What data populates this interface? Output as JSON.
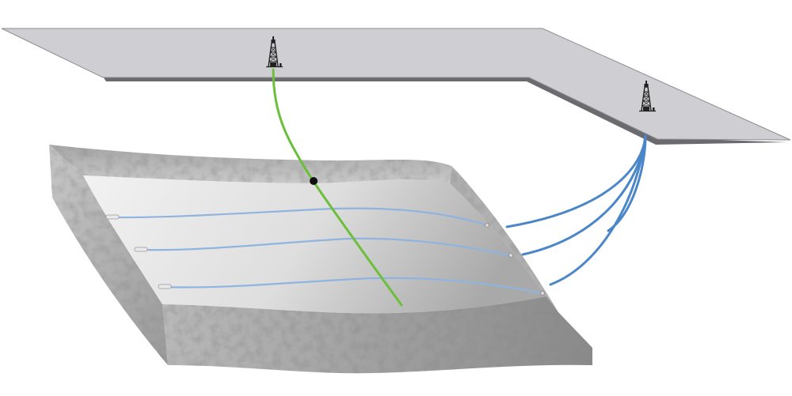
{
  "figure": {
    "surface": {
      "fill": "#cfcfd3",
      "edge": "#6b6b6f",
      "rigs": [
        {
          "name": "vertical-well-rig",
          "icon": "drilling-rig-icon"
        },
        {
          "name": "horizontal-well-rig",
          "icon": "drilling-rig-icon"
        }
      ]
    },
    "reservoir": {
      "top_fill": "#e3e3e3",
      "side_fill": "#9a9a9a",
      "wells": {
        "vertical": {
          "color": "#6cbf3a",
          "marker": "#111111"
        },
        "horizontal": {
          "color": "#4a86c8",
          "lateral_color": "#8fb4df",
          "count": 3
        }
      }
    }
  }
}
